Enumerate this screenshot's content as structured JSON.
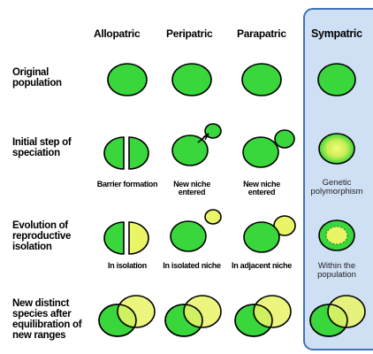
{
  "columns": {
    "allopatric": "Allopatric",
    "peripatric": "Peripatric",
    "parapatric": "Parapatric",
    "sympatric": "Sympatric"
  },
  "rows": {
    "original": "Original population",
    "initial": "Initial step of speciation",
    "evolution": "Evolution of reproductive isolation",
    "new_species": "New distinct species after equilibration of new ranges"
  },
  "captions": {
    "barrier_formation": "Barrier formation",
    "new_niche_entered_peri": "New niche entered",
    "new_niche_entered_para": "New niche entered",
    "genetic_polymorphism": "Genetic polymorphism",
    "in_isolation": "In isolation",
    "in_isolated_niche": "In isolated niche",
    "in_adjacent_niche": "In adjacent niche",
    "within_population": "Within the population"
  },
  "colors": {
    "green": "#39d63c",
    "yellow": "#e9f567",
    "panel": "#cfe0f5",
    "panel_border": "#3f74b8",
    "stroke": "#000000"
  }
}
